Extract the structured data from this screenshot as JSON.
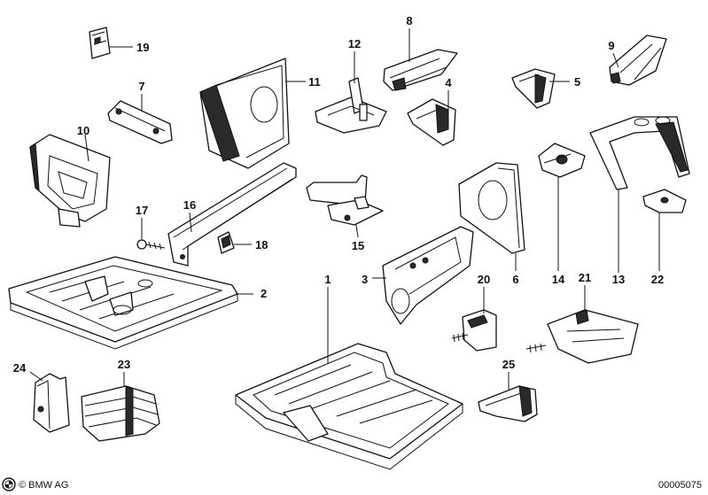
{
  "diagram": {
    "callouts": [
      "1",
      "2",
      "3",
      "4",
      "5",
      "6",
      "7",
      "8",
      "9",
      "10",
      "11",
      "12",
      "13",
      "14",
      "15",
      "16",
      "17",
      "18",
      "19",
      "20",
      "21",
      "22",
      "23",
      "24",
      "25"
    ],
    "brand_logo": "bmw-roundel-logo",
    "brand_text": "© BMW AG",
    "document_number": "00005075"
  }
}
